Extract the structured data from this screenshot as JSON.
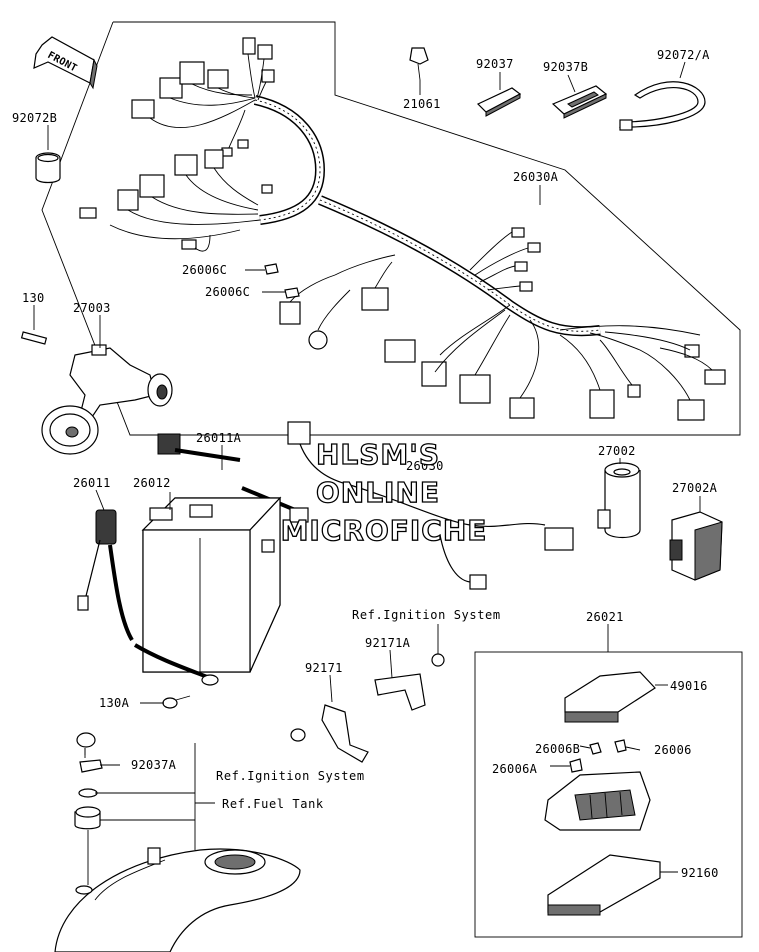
{
  "watermark": {
    "line1": "HLSM'S",
    "line2": "ONLINE",
    "line3": "MICROFICHE"
  },
  "front_arrow": {
    "label": "FRONT"
  },
  "part_labels": {
    "p21061": "21061",
    "p92037": "92037",
    "p92037B": "92037B",
    "p92072A": "92072/A",
    "p92072B": "92072B",
    "p26030A": "26030A",
    "p26006C_1": "26006C",
    "p26006C_2": "26006C",
    "p130": "130",
    "p27003": "27003",
    "p26011A": "26011A",
    "p26030": "26030",
    "p27002": "27002",
    "p27002A": "27002A",
    "p26011": "26011",
    "p26012": "26012",
    "p26021": "26021",
    "p92171A": "92171A",
    "p92171": "92171",
    "p130A": "130A",
    "p49016": "49016",
    "p26006B": "26006B",
    "p26006": "26006",
    "p26006A": "26006A",
    "p92037A": "92037A",
    "p92160": "92160"
  },
  "reference_labels": {
    "ignition_top": "Ref.Ignition System",
    "ignition_bottom": "Ref.Ignition System",
    "fuel_tank": "Ref.Fuel Tank"
  }
}
